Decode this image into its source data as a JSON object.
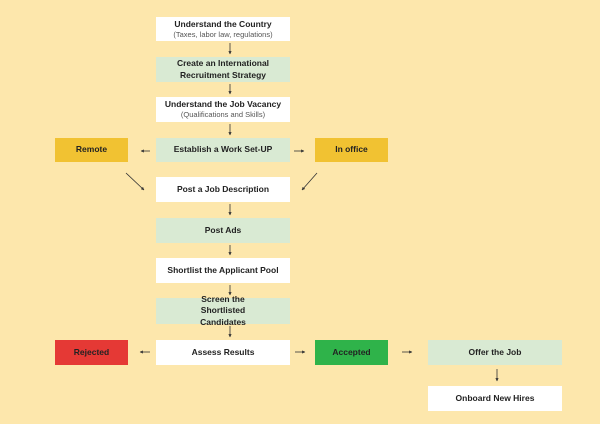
{
  "flowchart": {
    "understand_country": {
      "title": "Understand the Country",
      "subtitle": "(Taxes, labor law, regulations)"
    },
    "create_strategy": {
      "title": "Create an International Recruitment Strategy"
    },
    "understand_vacancy": {
      "title": "Understand the Job Vacancy",
      "subtitle": "(Qualifications and Skills)"
    },
    "work_setup": {
      "title": "Establish a Work Set-UP"
    },
    "remote": {
      "title": "Remote"
    },
    "in_office": {
      "title": "In office"
    },
    "post_description": {
      "title": "Post a Job Description"
    },
    "post_ads": {
      "title": "Post Ads"
    },
    "shortlist_pool": {
      "title": "Shortlist the Applicant Pool"
    },
    "screen_candidates": {
      "title": "Screen the Shortlisted Candidates"
    },
    "assess_results": {
      "title": "Assess Results"
    },
    "rejected": {
      "title": "Rejected"
    },
    "accepted": {
      "title": "Accepted"
    },
    "offer_job": {
      "title": "Offer the Job"
    },
    "onboard": {
      "title": "Onboard New Hires"
    }
  },
  "colors": {
    "background": "#fde7ac",
    "white_box": "#ffffff",
    "green_box": "#d9ead3",
    "yellow_box": "#f1c232",
    "rejected_box": "#e53935",
    "accepted_box": "#2fb34a"
  }
}
